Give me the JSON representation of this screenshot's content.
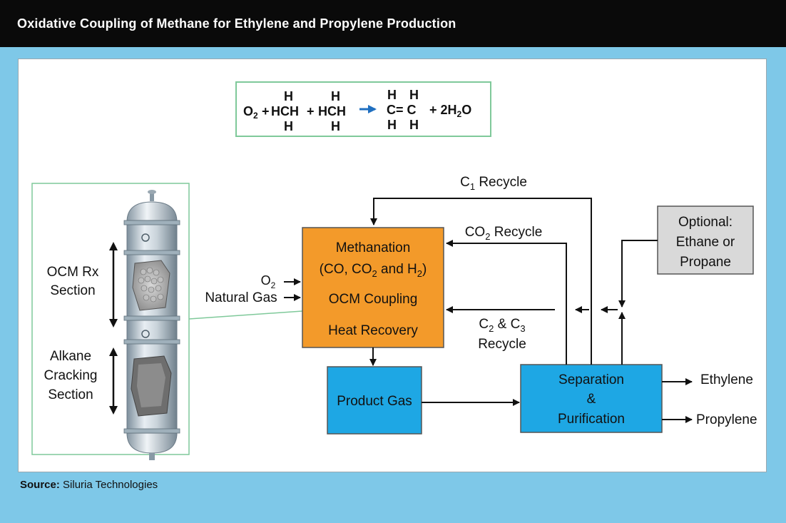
{
  "header": {
    "title": "Oxidative Coupling of Methane for Ethylene and Propylene Production"
  },
  "source": {
    "label": "Source:",
    "text": "Siluria Technologies"
  },
  "equation": {
    "o2": "O",
    "o2_sub": "2",
    "plus1": "+",
    "hch1": "HCH",
    "plus2": "+",
    "hch2": "HCH",
    "ce": "C= C",
    "plus3": "+  2H",
    "h2o_sub": "2",
    "h2o_o": "O",
    "h": "H"
  },
  "reactor": {
    "ocm_section": [
      "OCM Rx",
      "Section"
    ],
    "cracking_section": [
      "Alkane",
      "Cracking",
      "Section"
    ]
  },
  "inputs": {
    "o2": "O",
    "o2_sub": "2",
    "natural_gas": "Natural Gas"
  },
  "boxes": {
    "ocm": {
      "line1": "Methanation",
      "line2_a": "(CO, CO",
      "line2_sub1": "2",
      "line2_b": " and H",
      "line2_sub2": "2",
      "line2_c": ")",
      "line3": "OCM Coupling",
      "line4": "Heat Recovery"
    },
    "product_gas": "Product Gas",
    "separation": [
      "Separation",
      "&",
      "Purification"
    ],
    "optional": [
      "Optional:",
      "Ethane or",
      "Propane"
    ]
  },
  "recycles": {
    "c1": {
      "a": "C",
      "sub": "1",
      "b": " Recycle"
    },
    "co2": {
      "a": "CO",
      "sub": "2",
      "b": " Recycle"
    },
    "c2c3": {
      "a": "C",
      "sub1": "2",
      "b": " & C",
      "sub2": "3",
      "line2": "Recycle"
    }
  },
  "outputs": [
    "Ethylene",
    "Propylene"
  ],
  "colors": {
    "ocm_box": "#f39a2a",
    "blue_box": "#1ea7e4",
    "optional_box": "#d9d9d9",
    "equation_border": "#7fc99a",
    "reactor_border": "#7fc99a",
    "arrow_blue": "#1f6fc0"
  }
}
